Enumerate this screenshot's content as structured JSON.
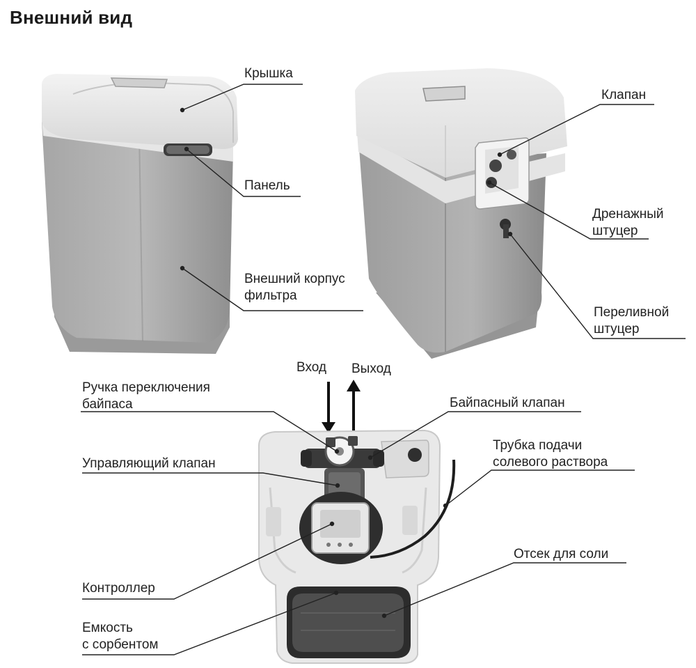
{
  "heading": "Внешний вид",
  "labels": {
    "lid": "Крышка",
    "panel": "Панель",
    "outer_housing": "Внешний корпус\nфильтра",
    "valve": "Клапан",
    "drain_fitting": "Дренажный\nштуцер",
    "overflow_fitting": "Переливной\nштуцер",
    "inlet": "Вход",
    "outlet": "Выход",
    "bypass_handle": "Ручка переключения\nбайпаса",
    "bypass_valve": "Байпасный клапан",
    "control_valve": "Управляющий клапан",
    "brine_tube": "Трубка подачи\nсолевого раствора",
    "controller": "Контроллер",
    "salt_compartment": "Отсек для соли",
    "sorbent_tank": "Емкость\nс сорбентом"
  }
}
